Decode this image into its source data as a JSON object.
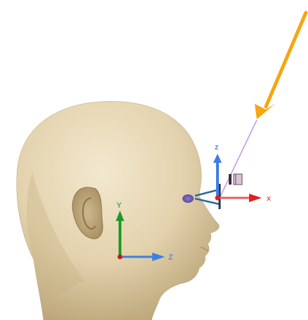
{
  "viewport": {
    "colors": {
      "background": "#ffffff",
      "skin_light": "#ece0c3",
      "skin_mid": "#d9c59c",
      "skin_shadow": "#b39d70",
      "callout_arrow": "#f6a60f",
      "sight_line": "#c79be8",
      "axis_x": "#e02020",
      "axis_y": "#1f9a2a",
      "axis_z": "#3d7fe0",
      "label_x": "#e06070",
      "label_y": "#50b060",
      "label_z": "#5a8ee8",
      "frustum": "#2c6a9a"
    }
  },
  "camera_frame": {
    "x_label": "x",
    "z_label": "z"
  },
  "head_frame": {
    "y_label": "Y",
    "z_label": "Z"
  },
  "icons": {
    "callout": "callout-arrow-icon",
    "camera": "camera-icon",
    "sight_line": "sight-line-icon"
  }
}
